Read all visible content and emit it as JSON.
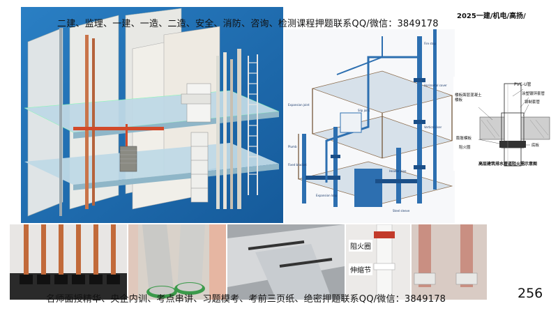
{
  "slide": {
    "header_text": "二建、监理、一建、一造、二造、安全、消防、咨询、检测课程押题联系QQ/微信：3849178",
    "header_tag": "2025一建/机电/高扬/",
    "footer_text": "名师面授精华、央企内训、考点串讲、习题模考、考前三页纸、绝密押题联系QQ/微信：3849178",
    "page_number": "256"
  },
  "detail_diagram": {
    "caption": "高层建筑排水管道阻火圈示意图",
    "labels": {
      "pvc_pipe": "PVC-U管",
      "galvanized_cover": "涂塑镀锌套管",
      "steel_casing": "钢制套管",
      "floor_slab": "楼板面层混凝土楼板",
      "expansion_strip": "膨胀模板",
      "fire_ring": "阻火圈",
      "base_plate": "底板"
    }
  },
  "photo_labels": {
    "fire_collar": "阻火圈",
    "expansion_joint": "伸缩节"
  },
  "riser_labels": [
    "Expansion joint",
    "Plumb",
    "Fixed bracket",
    "Slip joint",
    "Fire stop",
    "Horizontal cover",
    "Vertical riser",
    "Header pipe",
    "Expansion loop",
    "Steel sleeve"
  ]
}
